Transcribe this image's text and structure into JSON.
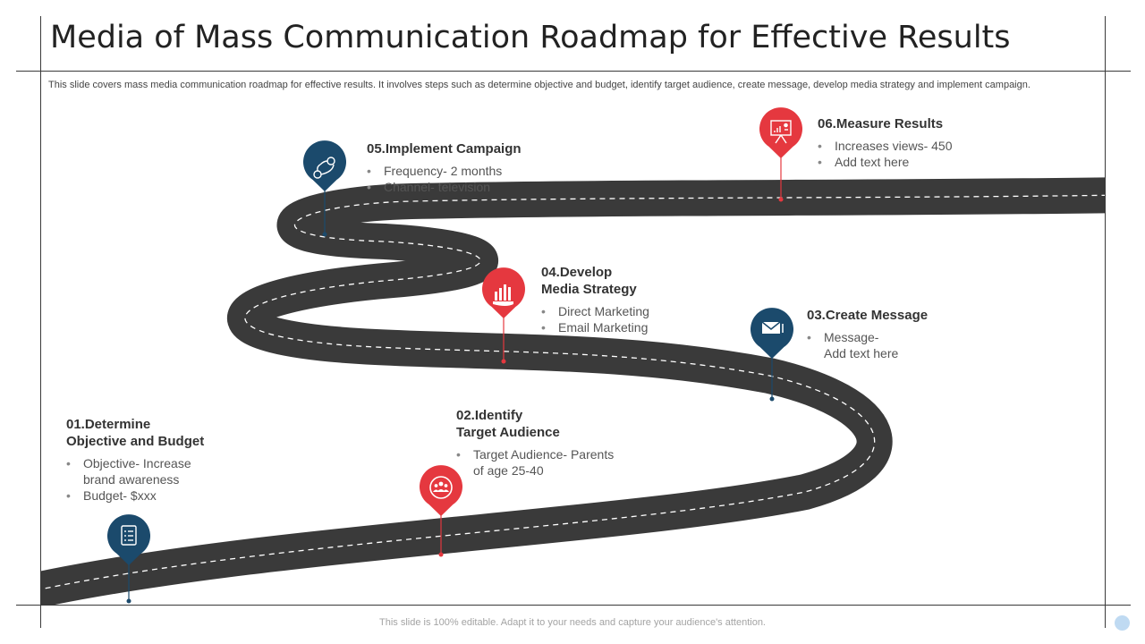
{
  "title": "Media of Mass Communication Roadmap for Effective Results",
  "subtitle": "This slide covers mass media communication roadmap for effective results. It involves steps such as determine objective and budget, identify target audience, create message, develop media strategy and implement campaign.",
  "footer": "This slide is 100% editable. Adapt it to your needs and capture your audience's attention.",
  "colors": {
    "road": "#3a3a3a",
    "road_dash": "#ffffff",
    "pin_blue": "#1b4a6c",
    "pin_red": "#e5383f",
    "text": "#333333"
  },
  "steps": [
    {
      "title_line1": "01.Determine",
      "title_line2": "Objective and Budget",
      "bullets": [
        {
          "line1": "Objective- Increase",
          "line2": "brand awareness"
        },
        {
          "line1": "Budget- $xxx",
          "line2": ""
        }
      ],
      "icon": "document-list-icon",
      "pin_color": "blue"
    },
    {
      "title_line1": "02.Identify",
      "title_line2": "Target Audience",
      "bullets": [
        {
          "line1": "Target Audience- Parents",
          "line2": "of age 25-40"
        }
      ],
      "icon": "people-group-icon",
      "pin_color": "red"
    },
    {
      "title_line1": "03.Create Message",
      "title_line2": "",
      "bullets": [
        {
          "line1": "Message-",
          "line2": "Add text here"
        }
      ],
      "icon": "envelope-icon",
      "pin_color": "blue"
    },
    {
      "title_line1": "04.Develop",
      "title_line2": "Media Strategy",
      "bullets": [
        {
          "line1": "Direct Marketing",
          "line2": ""
        },
        {
          "line1": "Email Marketing",
          "line2": ""
        }
      ],
      "icon": "growth-chart-hand-icon",
      "pin_color": "red"
    },
    {
      "title_line1": "05.Implement Campaign",
      "title_line2": "",
      "bullets": [
        {
          "line1": "Frequency- 2 months",
          "line2": ""
        },
        {
          "line1": "Channel- television",
          "line2": ""
        }
      ],
      "icon": "cycle-process-icon",
      "pin_color": "blue"
    },
    {
      "title_line1": "06.Measure Results",
      "title_line2": "",
      "bullets": [
        {
          "line1": "Increases views- 450",
          "line2": ""
        },
        {
          "line1": "Add text here",
          "line2": ""
        }
      ],
      "icon": "presentation-board-icon",
      "pin_color": "red"
    }
  ]
}
